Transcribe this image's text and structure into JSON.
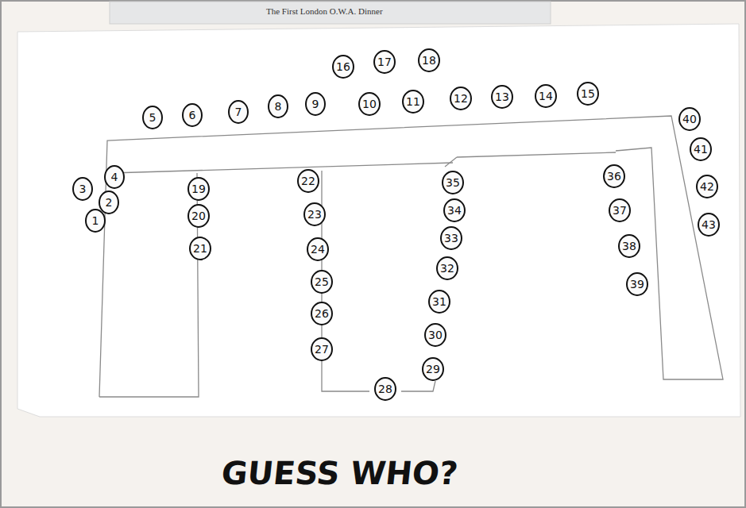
{
  "diagram": {
    "title": "The First London O.W.A. Dinner",
    "caption": "GUESS WHO?",
    "nodes": [
      {
        "text": [
          "1"
        ]
      },
      {
        "text": [
          "2"
        ]
      },
      {
        "text": [
          "3"
        ]
      },
      {
        "text": [
          "4"
        ]
      },
      {
        "text": [
          "5"
        ]
      },
      {
        "text": [
          "6"
        ]
      },
      {
        "text": [
          "7"
        ]
      },
      {
        "text": [
          "8"
        ]
      },
      {
        "text": [
          "9"
        ]
      },
      {
        "text": [
          "10"
        ]
      },
      {
        "text": [
          "11"
        ]
      },
      {
        "text": [
          "12"
        ]
      },
      {
        "text": [
          "13"
        ]
      },
      {
        "text": [
          "14"
        ]
      },
      {
        "text": [
          "15"
        ]
      },
      {
        "text": [
          "16"
        ]
      },
      {
        "text": [
          "17"
        ]
      },
      {
        "text": [
          "18"
        ]
      },
      {
        "text": [
          "19"
        ]
      },
      {
        "text": [
          "20"
        ]
      },
      {
        "text": [
          "21"
        ]
      },
      {
        "text": [
          "22"
        ]
      },
      {
        "text": [
          "23"
        ]
      },
      {
        "text": [
          "24"
        ]
      },
      {
        "text": [
          "25"
        ]
      },
      {
        "text": [
          "26"
        ]
      },
      {
        "text": [
          "27"
        ]
      },
      {
        "text": [
          "28"
        ]
      },
      {
        "text": [
          "29"
        ]
      },
      {
        "text": [
          "30"
        ]
      },
      {
        "text": [
          "31"
        ]
      },
      {
        "text": [
          "32"
        ]
      },
      {
        "text": [
          "33"
        ]
      },
      {
        "text": [
          "34"
        ]
      },
      {
        "text": [
          "35"
        ]
      },
      {
        "text": [
          "36"
        ]
      },
      {
        "text": [
          "37"
        ]
      },
      {
        "text": [
          "38"
        ]
      },
      {
        "text": [
          "39"
        ]
      },
      {
        "text": [
          "40"
        ]
      },
      {
        "text": [
          "41"
        ]
      },
      {
        "text": [
          "42"
        ]
      },
      {
        "text": [
          "43"
        ]
      }
    ]
  }
}
